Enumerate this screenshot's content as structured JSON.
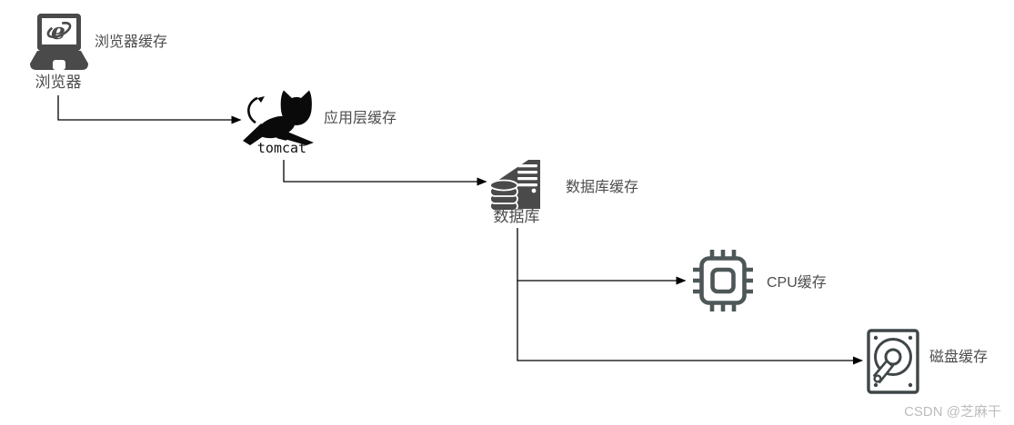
{
  "diagram_title": "cache-layers-architecture",
  "nodes": {
    "browser": {
      "label": "浏览器",
      "caption": "浏览器缓存",
      "logo": "e"
    },
    "tomcat": {
      "label": "tomcat",
      "caption": "应用层缓存"
    },
    "database": {
      "label": "数据库",
      "caption": "数据库缓存"
    },
    "cpu": {
      "caption": "CPU缓存"
    },
    "disk": {
      "caption": "磁盘缓存"
    }
  },
  "edges": [
    {
      "from": "browser",
      "to": "tomcat"
    },
    {
      "from": "tomcat",
      "to": "database"
    },
    {
      "from": "database",
      "to": "cpu"
    },
    {
      "from": "database",
      "to": "disk"
    }
  ],
  "colors": {
    "icon_gray": "#4a4a4a",
    "tomcat_black": "#0a0a0a",
    "cpu_color": "#4e5757",
    "disk_color": "#3f4648",
    "label_text": "#4d4d4d",
    "arrow": "#000000",
    "watermark": "#bcbcbc"
  },
  "watermark": "CSDN @芝麻干"
}
